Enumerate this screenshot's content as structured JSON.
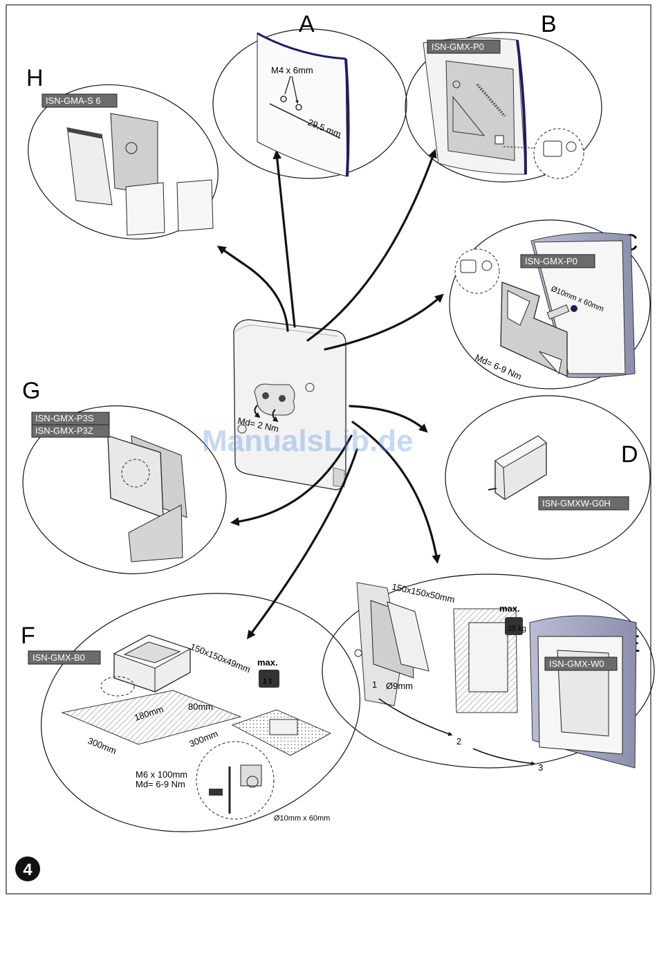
{
  "panels": {
    "A": {
      "letter": "A",
      "label_screw": "M4 x 6mm",
      "label_dist": "29,5 mm"
    },
    "B": {
      "letter": "B",
      "tag": "ISN-GMX-P0"
    },
    "C": {
      "letter": "C",
      "tag": "ISN-GMX-P0",
      "label_dowel": "Ø10mm x 60mm",
      "label_torque": "Md= 6-9 Nm"
    },
    "D": {
      "letter": "D",
      "tag": "ISN-GMXW-G0H"
    },
    "E": {
      "letter": "E",
      "tag": "ISN-GMX-W0",
      "label_box": "150x150x50mm",
      "label_drill": "Ø9mm",
      "label_max": "max.",
      "label_weight": "25 kg",
      "step1": "1",
      "step2": "2",
      "step3": "3"
    },
    "F": {
      "letter": "F",
      "tag": "ISN-GMX-B0",
      "label_box": "150x150x49mm",
      "label_max": "max.",
      "label_weight": "1 t",
      "label_h": "80mm",
      "label_w": "180mm",
      "label_side1": "300mm",
      "label_side2": "300mm",
      "label_screw": "M6 x 100mm",
      "label_torque": "Md= 6-9 Nm",
      "label_dowel": "Ø10mm x 60mm"
    },
    "G": {
      "letter": "G",
      "tag1": "ISN-GMX-P3S",
      "tag2": "ISN-GMX-P3Z"
    },
    "H": {
      "letter": "H",
      "tag": "ISN-GMA-S 6"
    }
  },
  "center": {
    "torque": "Md= 2 Nm"
  },
  "page_number": "4",
  "watermark": "ManualsLib.de"
}
